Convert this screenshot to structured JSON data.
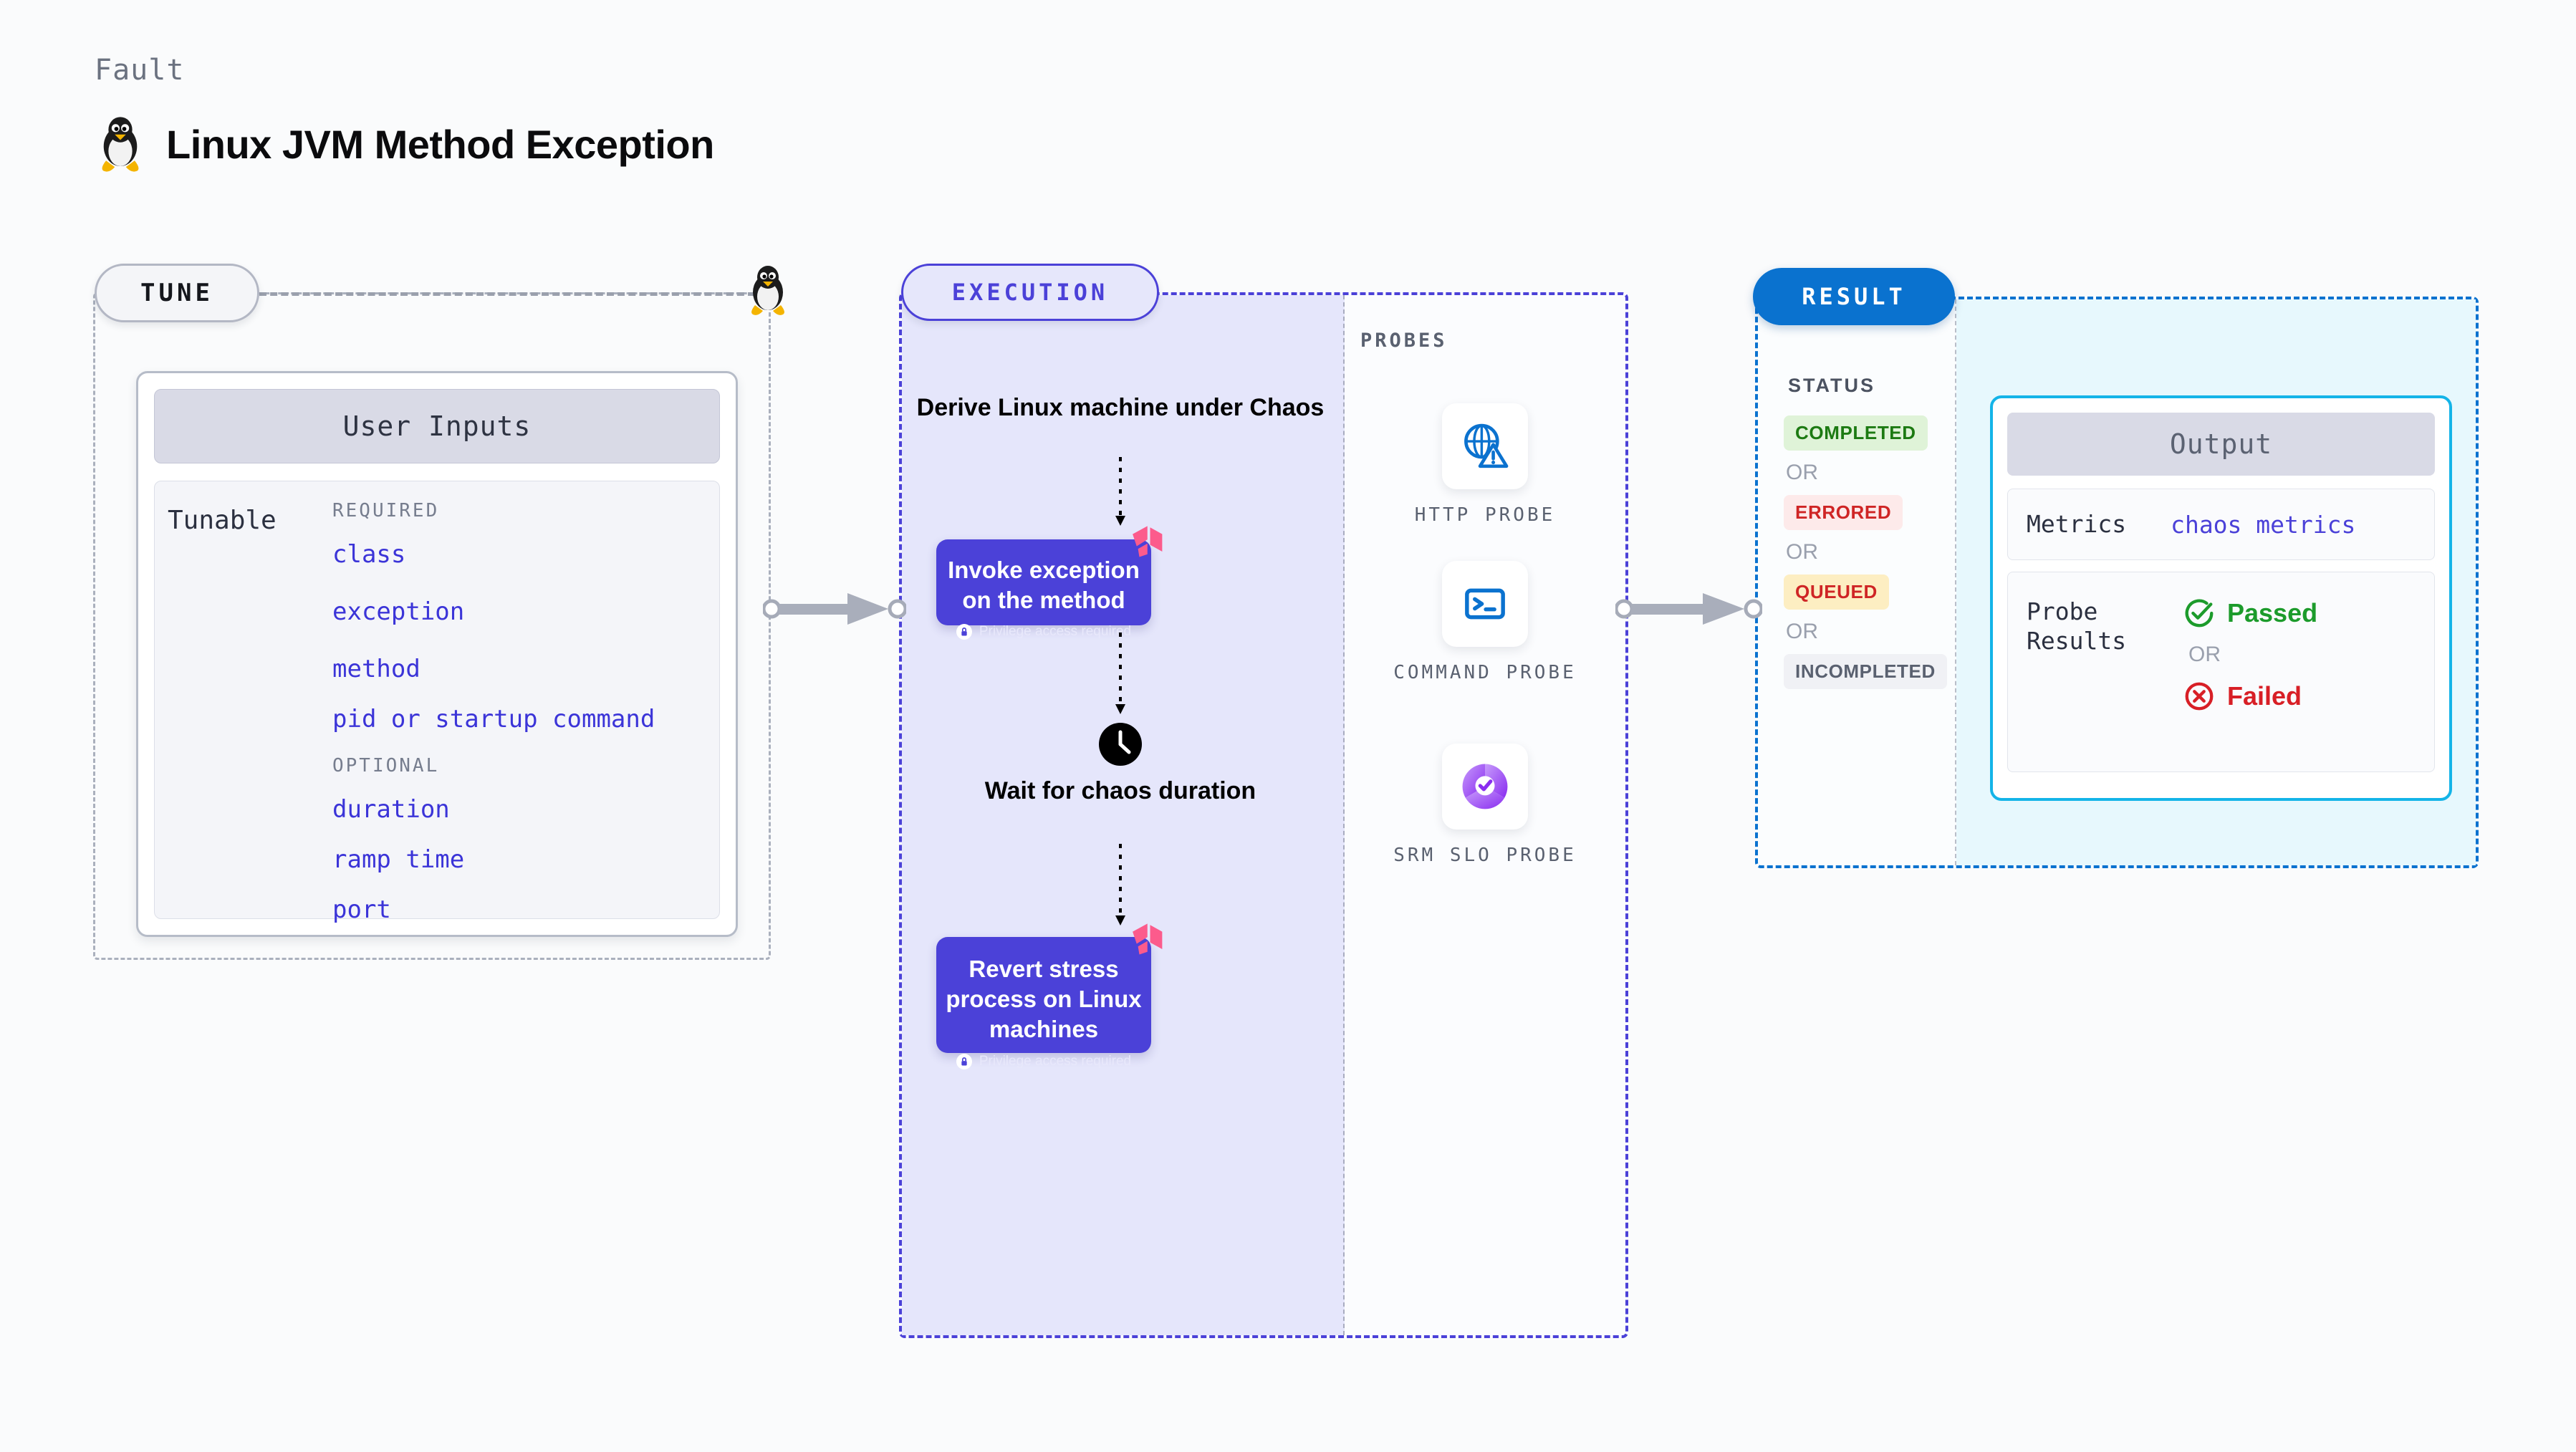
{
  "header": {
    "kicker": "Fault",
    "title": "Linux JVM Method Exception",
    "platform_icon": "linux-tux-icon"
  },
  "tune": {
    "pill_label": "TUNE",
    "platform_icon": "linux-tux-icon",
    "user_inputs_title": "User Inputs",
    "tunable_label": "Tunable",
    "groups": [
      {
        "title": "REQUIRED",
        "items": [
          "class",
          "exception",
          "method",
          "pid or startup command"
        ]
      },
      {
        "title": "OPTIONAL",
        "items": [
          "duration",
          "ramp time",
          "port"
        ]
      }
    ]
  },
  "execution": {
    "pill_label": "EXECUTION",
    "steps": [
      {
        "kind": "text",
        "label": "Derive Linux machine under Chaos"
      },
      {
        "kind": "box",
        "label": "Invoke exception on the method",
        "note": "Privilege access required",
        "badge": "harness-logo-icon",
        "lock_icon": "lock-icon"
      },
      {
        "kind": "clock",
        "label": "Wait for chaos duration",
        "icon": "clock-icon"
      },
      {
        "kind": "box",
        "label": "Revert stress process on Linux machines",
        "note": "Privilege access required",
        "badge": "harness-logo-icon",
        "lock_icon": "lock-icon"
      }
    ]
  },
  "probes": {
    "title": "PROBES",
    "items": [
      {
        "name": "HTTP PROBE",
        "icon": "globe-warning-icon"
      },
      {
        "name": "COMMAND PROBE",
        "icon": "terminal-prompt-icon"
      },
      {
        "name": "SRM SLO PROBE",
        "icon": "srm-slo-check-icon"
      }
    ]
  },
  "result": {
    "pill_label": "RESULT",
    "status_title": "STATUS",
    "or_label": "OR",
    "statuses": [
      {
        "label": "COMPLETED",
        "bg": "#dff3d8",
        "fg": "#1c7a12"
      },
      {
        "label": "ERRORED",
        "bg": "#fdeaea",
        "fg": "#cf2525"
      },
      {
        "label": "QUEUED",
        "bg": "#fdeec2",
        "fg": "#cf2525"
      },
      {
        "label": "INCOMPLETED",
        "bg": "#f0f1f5",
        "fg": "#5a6170"
      }
    ],
    "output": {
      "title": "Output",
      "metrics_label": "Metrics",
      "metrics_value": "chaos metrics",
      "probe_results_label": "Probe Results",
      "passed_label": "Passed",
      "failed_label": "Failed",
      "or_label": "OR",
      "passed_icon": "check-circle-icon",
      "failed_icon": "x-circle-icon"
    }
  },
  "colors": {
    "accent_purple": "#4b41d8",
    "accent_blue": "#0a72cf",
    "accent_cyan": "#14b4e8",
    "harness_pink": "#fc5b8c",
    "pass_green": "#1c9b2b",
    "fail_red": "#d81f26",
    "probe_blue": "#0b72cf",
    "slo_purple": "#9b4bf5"
  }
}
